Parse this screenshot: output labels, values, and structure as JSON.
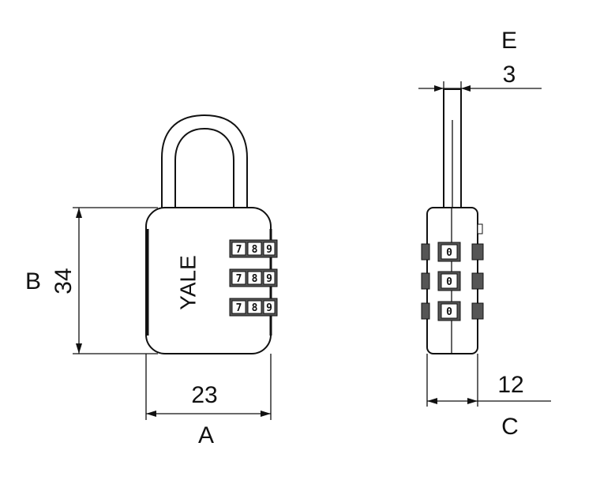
{
  "front_view": {
    "brand": "YALE",
    "height_letter": "B",
    "height_value": "34",
    "width_letter": "A",
    "width_value": "23",
    "dial_rows": [
      [
        "7",
        "8",
        "9"
      ],
      [
        "7",
        "8",
        "9"
      ],
      [
        "7",
        "8",
        "9"
      ]
    ]
  },
  "side_view": {
    "shackle_letter": "E",
    "shackle_value": "3",
    "depth_letter": "C",
    "depth_value": "12",
    "dial_digit": "0"
  }
}
